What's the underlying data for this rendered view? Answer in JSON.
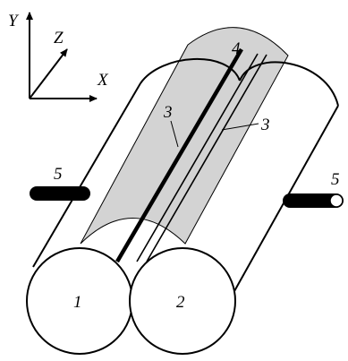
{
  "axes": {
    "y": "Y",
    "z": "Z",
    "x": "X"
  },
  "labels": {
    "roll_left": "1",
    "roll_right": "2",
    "line_left": "3",
    "line_right": "3",
    "band": "4",
    "shaft_left": "5",
    "shaft_right": "5"
  },
  "colors": {
    "ink": "#000000",
    "band_fill": "#d3d3d3",
    "background": "#ffffff"
  }
}
